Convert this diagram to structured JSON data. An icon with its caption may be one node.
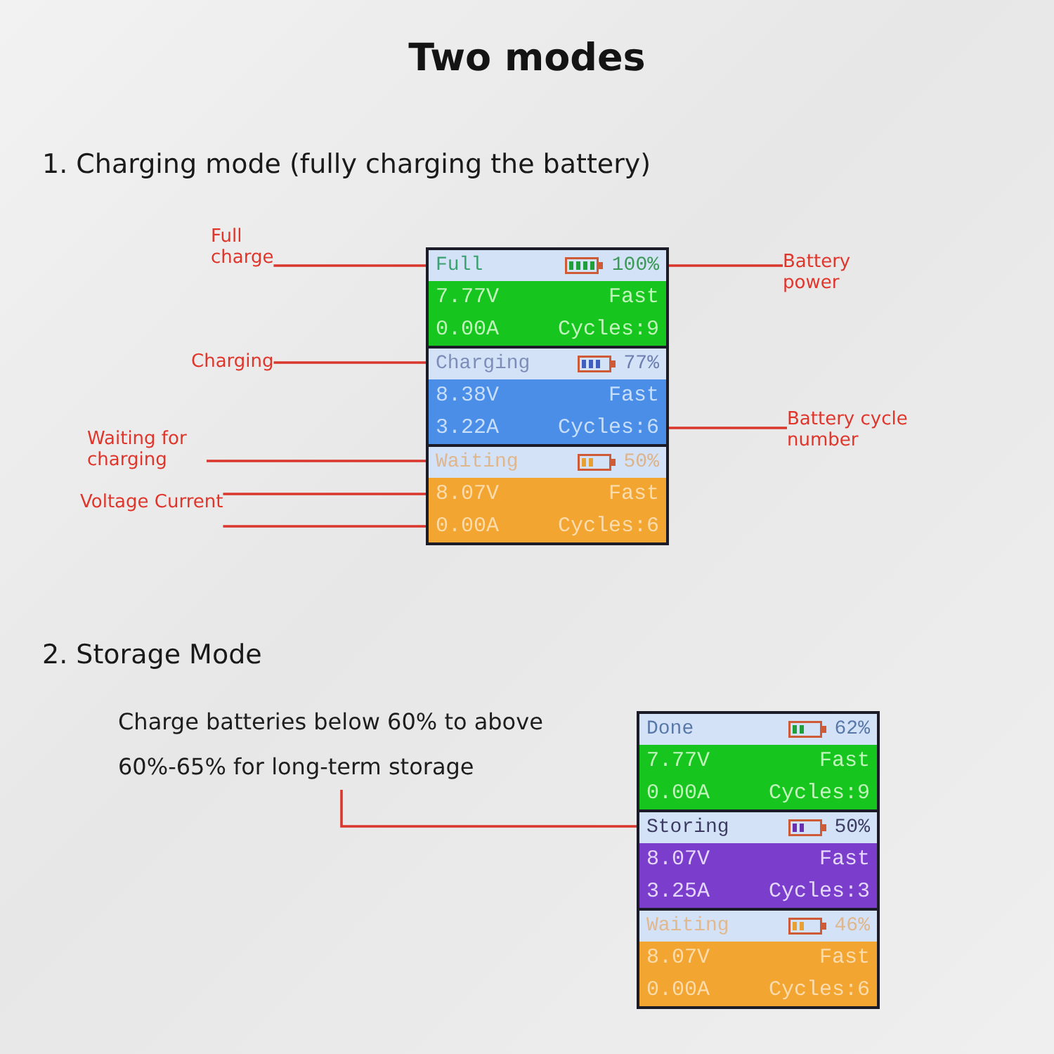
{
  "diagram": {
    "title": "Two modes",
    "nodes": [
      {
        "text": [
          "Full charge"
        ]
      },
      {
        "text": [
          "Battery power"
        ]
      },
      {
        "text": [
          "Charging"
        ]
      },
      {
        "text": [
          "Battery cycle number"
        ]
      },
      {
        "text": [
          "Waiting for charging"
        ]
      },
      {
        "text": [
          "Voltage Current"
        ]
      },
      {
        "text": [],
        "shape": "box"
      },
      {
        "text": [
          "Full",
          "100%"
        ],
        "in": 6
      },
      {
        "text": [
          "7.77V",
          "Fast"
        ],
        "in": 6
      },
      {
        "text": [
          "0.00A",
          "Cycles:9"
        ],
        "in": 6
      },
      {
        "text": [
          "Charging",
          "77%"
        ],
        "in": 6
      },
      {
        "text": [
          "8.38V",
          "Fast"
        ],
        "in": 6
      },
      {
        "text": [
          "3.22A",
          "Cycles:6"
        ],
        "in": 6
      },
      {
        "text": [
          "Waiting",
          "50%"
        ],
        "in": 6
      },
      {
        "text": [
          "8.07V",
          "Fast"
        ],
        "in": 6
      },
      {
        "text": [
          "0.00A",
          "Cycles:6"
        ],
        "in": 6
      },
      {
        "text": [
          "Charge batteries below 60% to above 60%-65% for long-term storage"
        ]
      },
      {
        "text": [],
        "shape": "box"
      },
      {
        "text": [
          "Done",
          "62%"
        ],
        "in": 17
      },
      {
        "text": [
          "7.77V",
          "Fast"
        ],
        "in": 17
      },
      {
        "text": [
          "0.00A",
          "Cycles:9"
        ],
        "in": 17
      },
      {
        "text": [
          "Storing",
          "50%"
        ],
        "in": 17
      },
      {
        "text": [
          "8.07V",
          "Fast"
        ],
        "in": 17
      },
      {
        "text": [
          "3.25A",
          "Cycles:3"
        ],
        "in": 17
      },
      {
        "text": [
          "Waiting",
          "46%"
        ],
        "in": 17
      },
      {
        "text": [
          "8.07V",
          "Fast"
        ],
        "in": 17
      },
      {
        "text": [
          "0.00A",
          "Cycles:6"
        ],
        "in": 17
      }
    ],
    "edges": [
      {
        "from": 0,
        "to": 7,
        "arrow": "none"
      },
      {
        "from": 1,
        "to": 7,
        "arrow": "none"
      },
      {
        "from": 2,
        "to": 10,
        "arrow": "none"
      },
      {
        "from": 3,
        "to": 12,
        "arrow": "none"
      },
      {
        "from": 4,
        "to": 13,
        "arrow": "none"
      },
      {
        "from": 5,
        "to": 14,
        "arrow": "none"
      },
      {
        "from": 5,
        "to": 15,
        "arrow": "none"
      },
      {
        "from": 16,
        "to": 21,
        "arrow": "none"
      }
    ],
    "labels": [
      "1. Charging mode (fully charging the battery)",
      "2. Storage Mode"
    ]
  }
}
